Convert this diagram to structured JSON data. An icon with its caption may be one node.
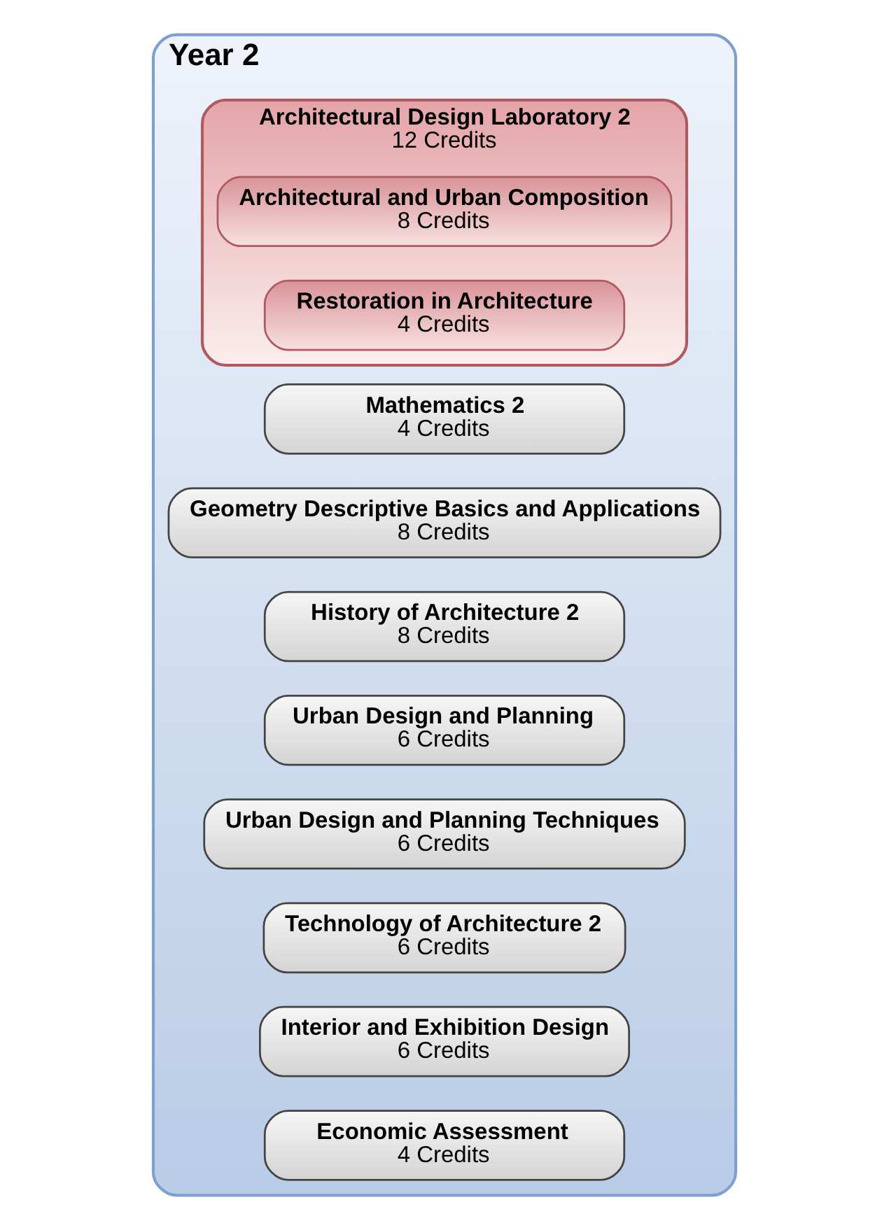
{
  "diagram": {
    "nodes": [
      {
        "text": [
          "Year 2"
        ]
      },
      {
        "text": [
          "Mathematics 2",
          "4 Credits"
        ],
        "in": 0
      },
      {
        "text": [
          "Geometry Descriptive Basics and Applications",
          "8 Credits"
        ],
        "in": 0
      },
      {
        "text": [
          "History of Architecture 2",
          "8 Credits"
        ],
        "in": 0
      },
      {
        "text": [
          "Urban Design and Planning",
          "6 Credits"
        ],
        "in": 0
      },
      {
        "text": [
          "Urban Design and Planning Techniques",
          "6 Credits"
        ],
        "in": 0
      },
      {
        "text": [
          "Technology of Architecture 2",
          "6 Credits"
        ],
        "in": 0
      },
      {
        "text": [
          "Interior and Exhibition Design",
          "6 Credits"
        ],
        "in": 0
      },
      {
        "text": [
          "Economic Assessment",
          "4 Credits"
        ],
        "in": 0
      },
      {
        "text": [
          "Architectural Design Laboratory 2",
          "12 Credits"
        ],
        "in": 0
      },
      {
        "text": [
          "Architectural and Urban Composition",
          "8 Credits"
        ],
        "in": 9
      },
      {
        "text": [
          "Restoration in Architecture",
          "4 Credits"
        ],
        "in": 9
      }
    ],
    "edges": []
  }
}
